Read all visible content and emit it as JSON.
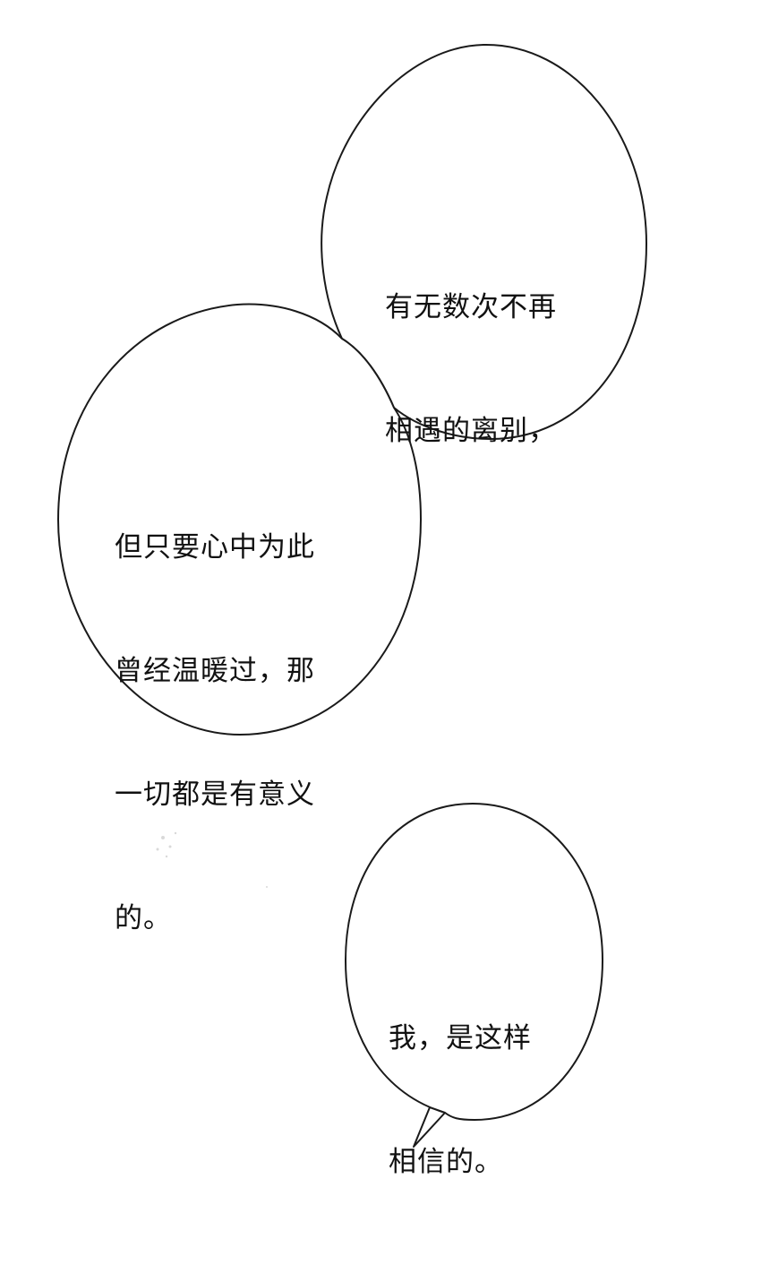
{
  "bubbles": [
    {
      "lines": [
        "有无数次不再",
        "相遇的离别，"
      ]
    },
    {
      "lines": [
        "但只要心中为此",
        "曾经温暖过，那",
        "一切都是有意义",
        "的。"
      ]
    },
    {
      "lines": [
        "我，是这样",
        "相信的。"
      ]
    }
  ],
  "colors": {
    "background": "#ffffff",
    "outline": "#1a1a1a",
    "text": "#111111"
  }
}
